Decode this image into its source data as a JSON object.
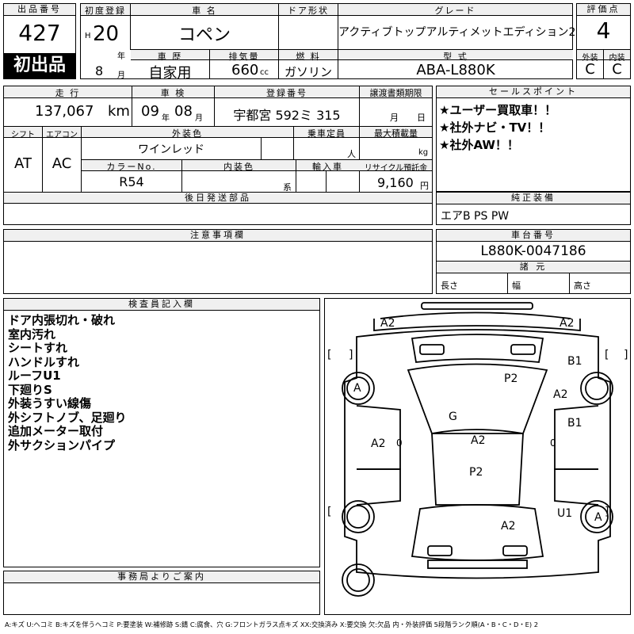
{
  "header": {
    "lot_label": "出品番号",
    "lot_number": "427",
    "first_listing_badge": "初出品",
    "first_reg_label": "初度登録",
    "era": "H",
    "year": "20",
    "year_unit": "年",
    "month": "8",
    "month_unit": "月",
    "car_name_label": "車 名",
    "car_name": "コペン",
    "door_label": "ドア形状",
    "door_value": "",
    "grade_label": "グレード",
    "grade": "アクティブトップアルティメットエディション2",
    "score_label": "評価点",
    "score": "4",
    "history_label": "車 歴",
    "history": "自家用",
    "displacement_label": "排気量",
    "displacement": "660",
    "displacement_unit": "cc",
    "fuel_label": "燃 料",
    "fuel": "ガソリン",
    "model_label": "型 式",
    "model": "ABA-L880K",
    "ext_grade_label": "外装",
    "ext_grade": "C",
    "int_grade_label": "内装",
    "int_grade": "C"
  },
  "row2": {
    "mileage_label": "走 行",
    "mileage": "137,067",
    "mileage_unit": "km",
    "inspection_label": "車 検",
    "insp_year": "09",
    "insp_year_unit": "年",
    "insp_month": "08",
    "insp_month_unit": "月",
    "plate_label": "登録番号",
    "plate": "宇都宮 592ミ 315",
    "transfer_label": "譲渡書類期限",
    "transfer_month_unit": "月",
    "transfer_day_unit": "日",
    "sales_label": "セールスポイント",
    "sales_points": [
      "★ユーザー買取車！！",
      "★社外ナビ・TV！！",
      "★社外AW！！"
    ]
  },
  "row3": {
    "shift_label": "シフト",
    "shift": "AT",
    "ac_label": "エアコン",
    "ac": "AC",
    "ext_color_label": "外装色",
    "ext_color": "ワインレッド",
    "capacity_label": "乗車定員",
    "capacity_unit": "人",
    "max_load_label": "最大積載量",
    "max_load_unit": "kg",
    "color_no_label": "カラーNo.",
    "color_no": "R54",
    "int_color_label": "内装色",
    "int_color_unit": "系",
    "import_label": "輸入車",
    "recycle_label": "リサイクル預託金",
    "recycle": "9,160",
    "recycle_unit": "円"
  },
  "parts_label": "後日発送部品",
  "equipment_label": "純正装備",
  "equipment": "エアB PS PW",
  "caution_label": "注意事項欄",
  "chassis_label": "車台番号",
  "chassis": "L880K-0047186",
  "dimensions_label": "諸 元",
  "length_label": "長さ",
  "width_label": "幅",
  "height_label": "高さ",
  "inspector_label": "検査員記入欄",
  "inspector_notes": [
    "ドア内張切れ・破れ",
    "室内汚れ",
    "シートすれ",
    "ハンドルすれ",
    "ルーフU1",
    "下廻りS",
    "外装うすい線傷",
    "外シフトノブ、足廻り",
    "追加メーター取付",
    "外サクションパイプ"
  ],
  "office_label": "事務局よりご案内",
  "diagram_marks": {
    "front_left": "A2",
    "front_right": "A2",
    "lf_tire": "A",
    "rf_b1": "B1",
    "p2_top": "P2",
    "rf_a2": "A2",
    "glass": "G",
    "left_a2": "A2",
    "left_0": "0",
    "center_a2": "A2",
    "right_0": "0",
    "right_b1": "B1",
    "p2_mid": "P2",
    "rr_u1": "U1",
    "rr_tire": "A",
    "rear_a2": "A2",
    "left_bracket_top": "[",
    "right_bracket_top": "]",
    "left_bracket_bottom": "[",
    "right_bracket_bottom": "]"
  },
  "legend": "A:キズ U:ヘコミ B:キズを伴うヘコミ P:要塗装 W:補修跡 S:錆 C:腐食、穴 G:フロントガラス点キズ XX:交換済み X:要交換 欠:欠品 内・外装評価 5段階ランク順(A・B・C・D・E) 2"
}
